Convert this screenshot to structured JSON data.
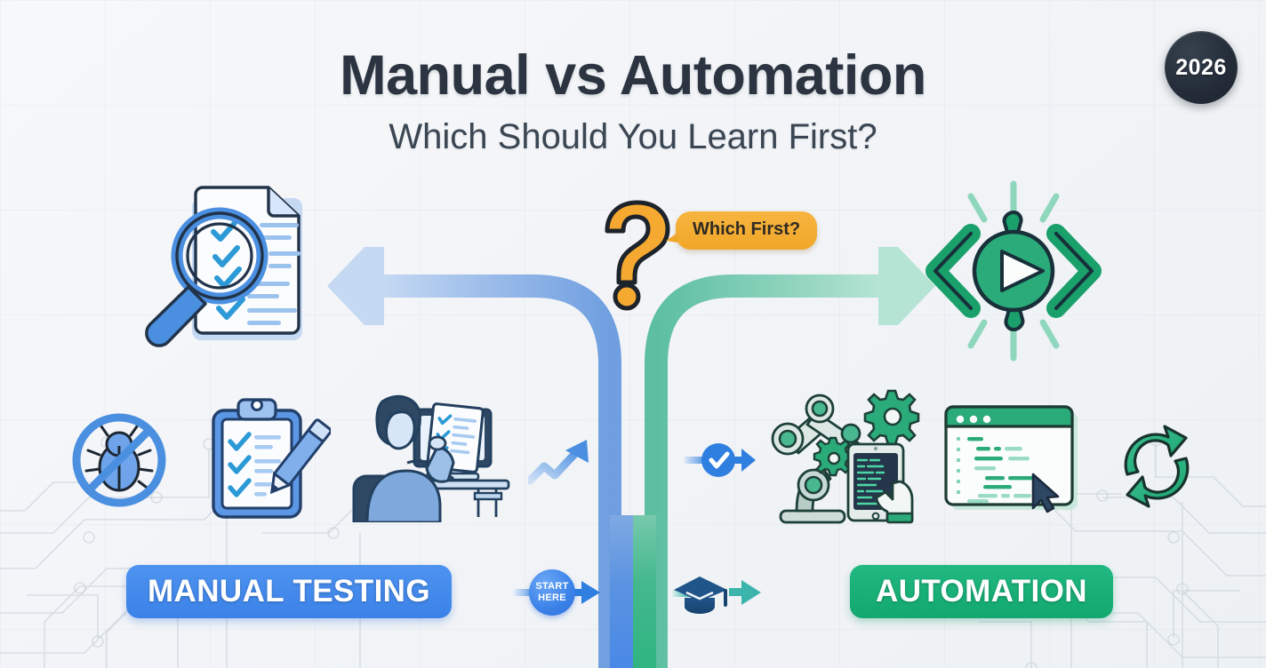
{
  "header": {
    "title": "Manual vs Automation",
    "subtitle": "Which Should You Learn First?"
  },
  "year_badge": {
    "label": "2026"
  },
  "center": {
    "question_mark": "?",
    "bubble_text": "Which First?"
  },
  "labels": {
    "left_pill": "MANUAL TESTING",
    "right_pill": "AUTOMATION",
    "start_badge_line1": "START",
    "start_badge_line2": "HERE"
  },
  "left_branch": {
    "name": "Manual Testing",
    "icons": [
      {
        "name": "magnifier-document-icon",
        "meaning": "document review with magnifying glass"
      },
      {
        "name": "no-bug-icon",
        "meaning": "bug prevention / defect free"
      },
      {
        "name": "clipboard-checklist-icon",
        "meaning": "test case checklist with pencil"
      },
      {
        "name": "person-at-desk-icon",
        "meaning": "tester reviewing checklist at computer"
      },
      {
        "name": "trend-up-arrow-icon",
        "meaning": "growth / progress"
      }
    ]
  },
  "right_branch": {
    "name": "Automation",
    "icons": [
      {
        "name": "code-play-eye-icon",
        "meaning": "code brackets with run button"
      },
      {
        "name": "check-arrow-icon",
        "meaning": "validated step forward"
      },
      {
        "name": "robot-arm-gears-icon",
        "meaning": "robotic arm with gears and tablet code"
      },
      {
        "name": "code-browser-window-icon",
        "meaning": "script editor window with cursor"
      },
      {
        "name": "refresh-cycle-icon",
        "meaning": "continuous regression runs"
      }
    ]
  },
  "bottom_row": {
    "graduation_icon": "graduation-cap-arrow-icon"
  },
  "colors": {
    "background": "#f2f4f7",
    "title_text": "#2b3440",
    "manual_blue": "#3b82e8",
    "manual_blue_light": "#aac8f0",
    "automation_green": "#12a86f",
    "automation_green_light": "#8fd7bd",
    "accent_orange": "#f0a628",
    "badge_dark": "#242d39",
    "teal_arrow": "#2fb0a8",
    "dark_navy": "#1d4e79"
  }
}
